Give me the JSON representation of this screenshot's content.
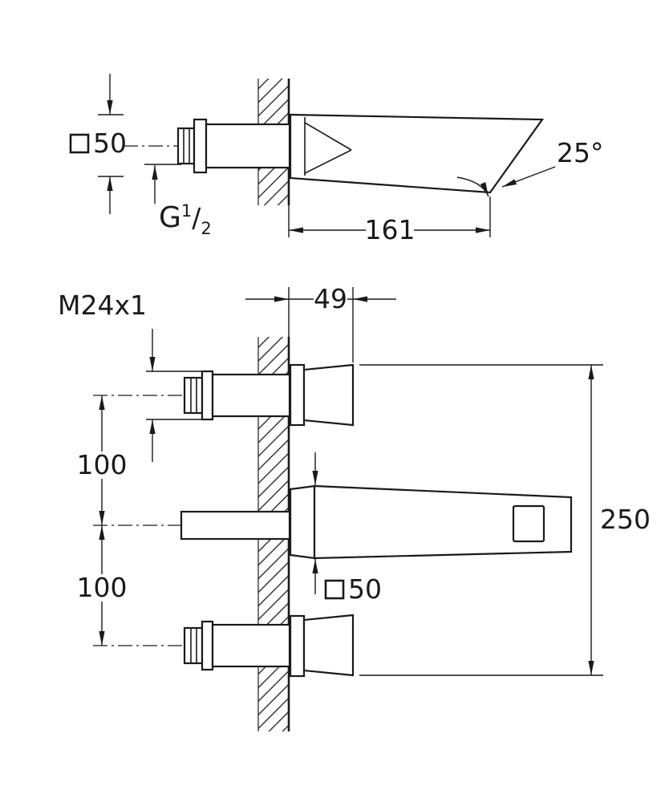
{
  "colors": {
    "line": "#1a1a1a",
    "background": "#ffffff"
  },
  "top_view": {
    "handle_square": {
      "symbol": "square",
      "value": "50"
    },
    "thread": {
      "g": "G",
      "numerator": "1",
      "slash": "/",
      "denominator": "2"
    },
    "spout_projection": "161",
    "spout_angle": "25°"
  },
  "bottom_view": {
    "thread_spec": "M24x1",
    "wall_to_face": "49",
    "center_distance_upper": "100",
    "center_distance_lower": "100",
    "spout_square": {
      "symbol": "square",
      "value": "50"
    },
    "overall_height": "250"
  }
}
